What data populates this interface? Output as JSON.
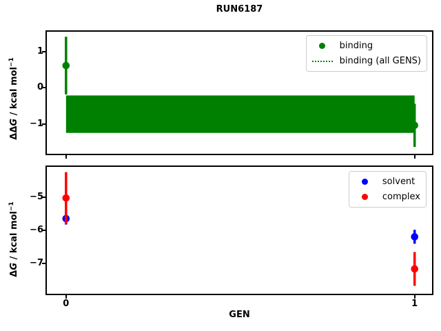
{
  "figure": {
    "title": "RUN6187",
    "background": "#ffffff"
  },
  "chart_data": [
    {
      "type": "scatter",
      "subplot": "top",
      "ylabel": {
        "delta": "ΔΔ",
        "g": "G",
        "rest": " / kcal mol",
        "sup": "−1"
      },
      "xlabel": "",
      "xlim": [
        -0.055,
        1.05
      ],
      "ylim": [
        -1.83,
        1.56
      ],
      "yticks": [
        1,
        0,
        -1
      ],
      "ytick_labels": [
        "1",
        "0",
        "−1"
      ],
      "xticks": [
        0,
        1
      ],
      "xtick_labels": [
        "",
        ""
      ],
      "grid": false,
      "legend_position": "upper right",
      "legend": [
        {
          "label": "binding",
          "marker": "dot",
          "color": "#008000"
        },
        {
          "label": "binding (all GENS)",
          "marker": "dotted-line",
          "color": "#008000"
        }
      ],
      "band": {
        "name": "binding (all GENS)",
        "color": "#008000",
        "x": [
          0,
          1
        ],
        "y_top": -0.21,
        "y_bottom": -1.25
      },
      "series": [
        {
          "name": "binding",
          "color": "#008000",
          "x": [
            0,
            1
          ],
          "y": [
            0.62,
            -1.04
          ],
          "yerr": [
            0.8,
            0.6
          ]
        }
      ]
    },
    {
      "type": "scatter",
      "subplot": "bottom",
      "ylabel": {
        "delta": "Δ",
        "g": "G",
        "rest": " / kcal mol",
        "sup": "−1"
      },
      "xlabel": "GEN",
      "xlim": [
        -0.055,
        1.05
      ],
      "ylim": [
        -7.92,
        -4.09
      ],
      "yticks": [
        -5,
        -6,
        -7
      ],
      "ytick_labels": [
        "−5",
        "−6",
        "−7"
      ],
      "xticks": [
        0,
        1
      ],
      "xtick_labels": [
        "0",
        "1"
      ],
      "grid": false,
      "legend_position": "upper right",
      "legend": [
        {
          "label": "solvent",
          "marker": "dot",
          "color": "#0000ff"
        },
        {
          "label": "complex",
          "marker": "dot",
          "color": "#ff0000"
        }
      ],
      "series": [
        {
          "name": "solvent",
          "color": "#0000ff",
          "x": [
            0,
            1
          ],
          "y": [
            -5.65,
            -6.2
          ],
          "yerr": [
            0.18,
            0.21
          ]
        },
        {
          "name": "complex",
          "color": "#ff0000",
          "x": [
            0,
            1
          ],
          "y": [
            -5.03,
            -7.17
          ],
          "yerr": [
            0.78,
            0.51
          ]
        }
      ]
    }
  ]
}
